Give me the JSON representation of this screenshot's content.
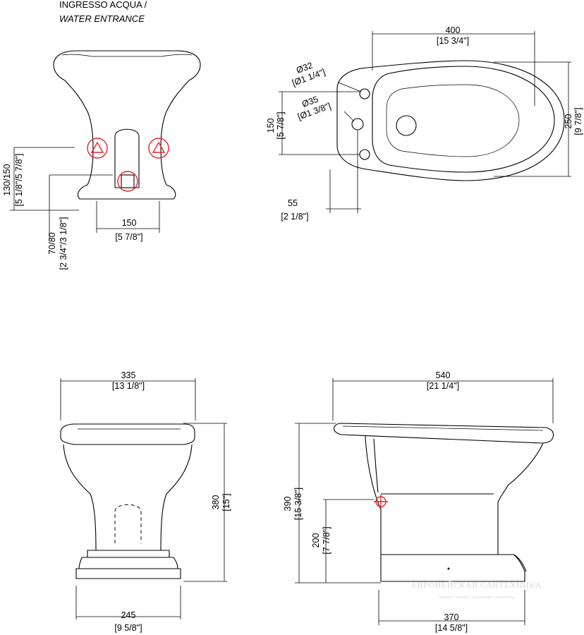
{
  "header": {
    "line1": "INGRESSO ACQUA /",
    "line2": "WATER ENTRANCE"
  },
  "views": {
    "rear": {
      "dim_height": "130/150",
      "dim_height_in": "[5 1/8\"/5 7/8\"]",
      "dim_low": "70/80",
      "dim_low_in": "[2 3/4\"/3 1/8\"]",
      "dim_width": "150",
      "dim_width_in": "[5 7/8\"]"
    },
    "top": {
      "dim_width": "400",
      "dim_width_in": "[15 3/4\"]",
      "dim_hole1": "Ø32",
      "dim_hole1_in": "[Ø1 1/4\"]",
      "dim_hole2": "Ø35",
      "dim_hole2_in": "[Ø1 3/8\"]",
      "dim_spacing": "150",
      "dim_spacing_in": "[5 7/8\"]",
      "dim_depth": "250",
      "dim_depth_in": "[9 7/8\"]",
      "dim_offset": "55",
      "dim_offset_in": "[2 1/8\"]"
    },
    "front": {
      "dim_top": "335",
      "dim_top_in": "[13 1/8\"]",
      "dim_height": "380",
      "dim_height_in": "[15\"]",
      "dim_base": "245",
      "dim_base_in": "[9 5/8\"]"
    },
    "side": {
      "dim_top": "540",
      "dim_top_in": "[21 1/4\"]",
      "dim_height": "390",
      "dim_height_in": "[15 3/8\"]",
      "dim_inlet": "200",
      "dim_inlet_in": "[7 7/8\"]",
      "dim_base": "370",
      "dim_base_in": "[14 5/8\"]"
    }
  },
  "watermark": {
    "brand": "ЕВРОПЕЙСКАЯ САНТЕХНИКА",
    "tagline": "камины • плитка • отопление • сантехника"
  },
  "colors": {
    "line": "#000000",
    "water_inlet": "#e0262b",
    "watermark": "#d8d8d8"
  }
}
